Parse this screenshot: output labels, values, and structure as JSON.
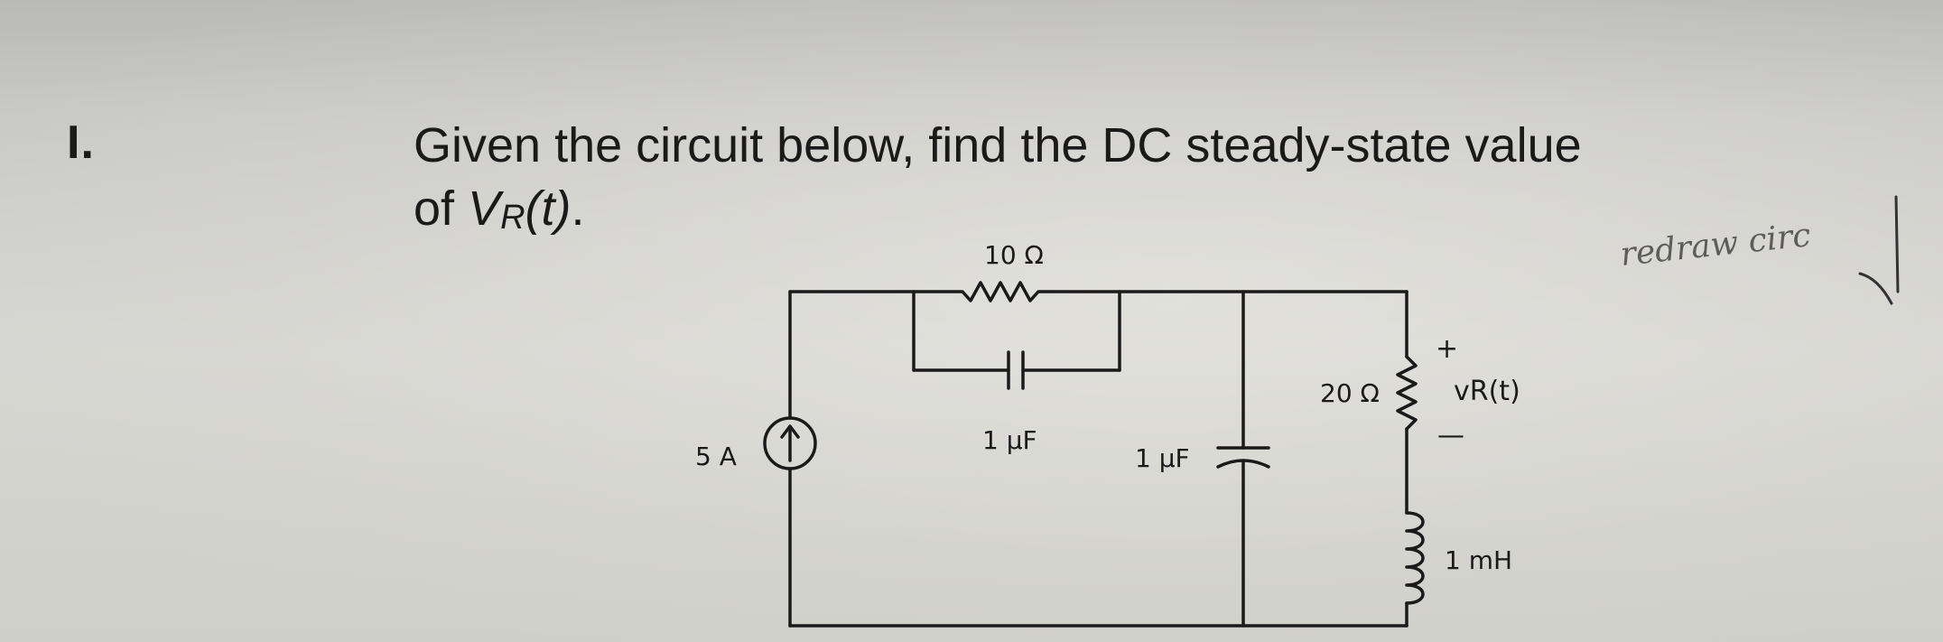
{
  "question": {
    "number": "I.",
    "line1": "Given the circuit below, find the DC steady-state value",
    "line2_prefix": "of ",
    "var_main": "V",
    "var_sub": "R",
    "var_arg": "(t)",
    "line2_suffix": "."
  },
  "circuit": {
    "source_label": "5 A",
    "resistor_top_label": "10 Ω",
    "cap_parallel_label": "1 µF",
    "cap_shunt_label": "1 µF",
    "resistor_right_label": "20 Ω",
    "inductor_label": "1 mH",
    "vr_plus": "+",
    "vr_label": "vR(t)",
    "vr_minus": "—"
  },
  "handwriting": {
    "text": "redraw circ"
  },
  "colors": {
    "ink": "#1a1a1a",
    "paper": "#d6d6d2"
  }
}
